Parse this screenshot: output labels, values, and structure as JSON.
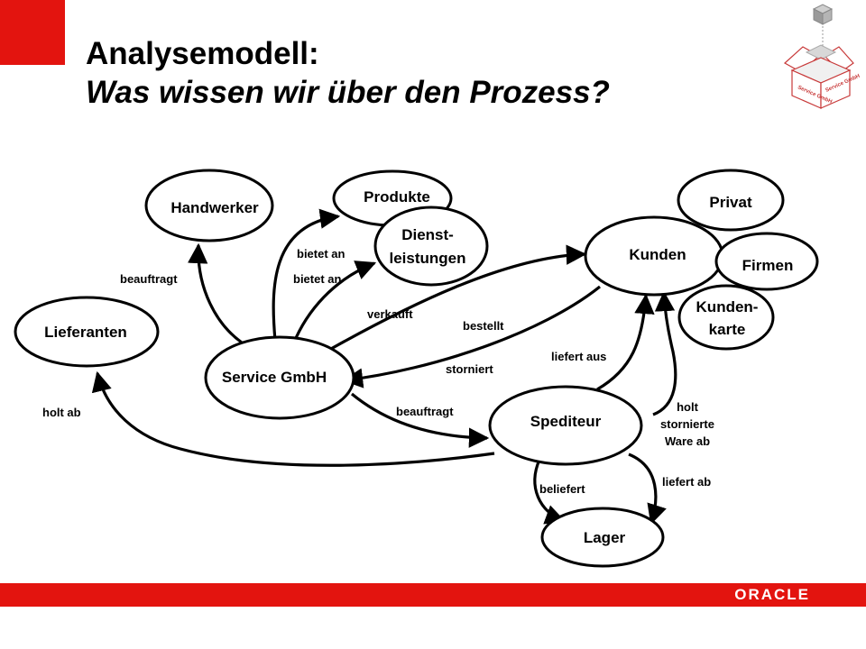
{
  "title": {
    "line1": "Analysemodell:",
    "line2": "Was wissen wir über den Prozess?"
  },
  "logo": {
    "box_label_1": "Service GmbH",
    "box_label_2": "Service GmbH"
  },
  "footer": {
    "brand": "ORACLE"
  },
  "accent_color": "#e3140f",
  "nodes": {
    "handwerker": "Handwerker",
    "produkte": "Produkte",
    "dienst_line1": "Dienst-",
    "dienst_line2": "leistungen",
    "privat": "Privat",
    "kunden": "Kunden",
    "firmen": "Firmen",
    "kundenkarte_line1": "Kunden-",
    "kundenkarte_line2": "karte",
    "lieferanten": "Lieferanten",
    "service": "Service GmbH",
    "spediteur": "Spediteur",
    "lager": "Lager"
  },
  "edges": {
    "beauftragt_handwerker": "beauftragt",
    "bietet_an_produkte": "bietet an",
    "bietet_an_dienst": "bietet an",
    "verkauft": "verkauft",
    "bestellt": "bestellt",
    "storniert": "storniert",
    "liefert_aus": "liefert aus",
    "beauftragt_spediteur": "beauftragt",
    "holt_ab": "holt ab",
    "holt_stornierte_1": "holt",
    "holt_stornierte_2": "stornierte",
    "holt_stornierte_3": "Ware ab",
    "beliefert": "beliefert",
    "liefert_ab": "liefert ab"
  }
}
